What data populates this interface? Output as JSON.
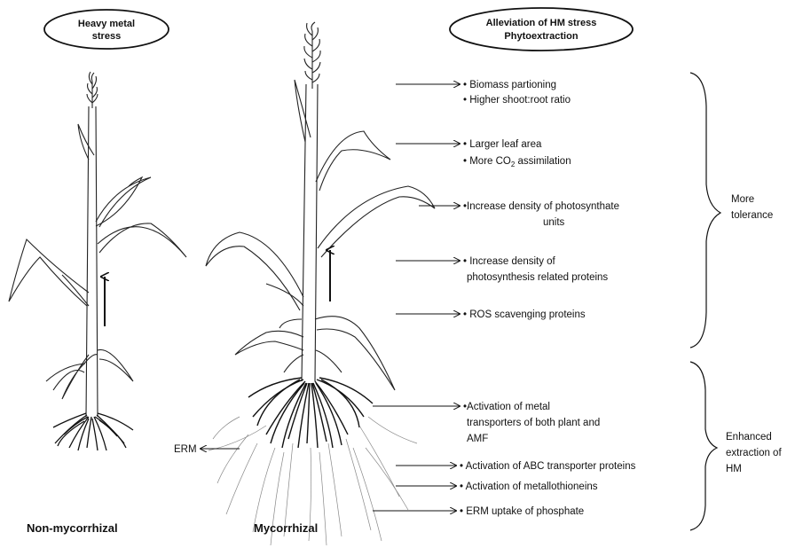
{
  "ovals": {
    "left": {
      "line1": "Heavy metal",
      "line2": "stress"
    },
    "right": {
      "line1": "Alleviation of HM stress",
      "line2": "Phytoextraction"
    }
  },
  "plants": {
    "left_label": "Non-mycorrhizal",
    "right_label": "Mycorrhizal",
    "erm_label": "ERM"
  },
  "effects": {
    "biomass_1": "• Biomass partioning",
    "biomass_2": "• Higher shoot:root  ratio",
    "leaf_1": "• Larger leaf area",
    "leaf_2a": "• More CO",
    "leaf_2sub": "2",
    "leaf_2b": " assimilation",
    "photo_units_1": "•Increase density of photosynthate",
    "photo_units_2": "units",
    "photo_proteins_1": "• Increase density of",
    "photo_proteins_2": "photosynthesis  related proteins",
    "ros": "• ROS scavenging proteins",
    "metal_1": "•Activation of metal",
    "metal_2": "transporters of both plant and",
    "metal_3": "AMF",
    "abc": "• Activation of ABC transporter  proteins",
    "metallo": "• Activation of metallothioneins",
    "erm_uptake": "• ERM uptake of phosphate"
  },
  "brackets": {
    "tolerance_1": "More",
    "tolerance_2": "tolerance",
    "extraction_1": "Enhanced",
    "extraction_2": "extraction of",
    "extraction_3": "HM"
  }
}
